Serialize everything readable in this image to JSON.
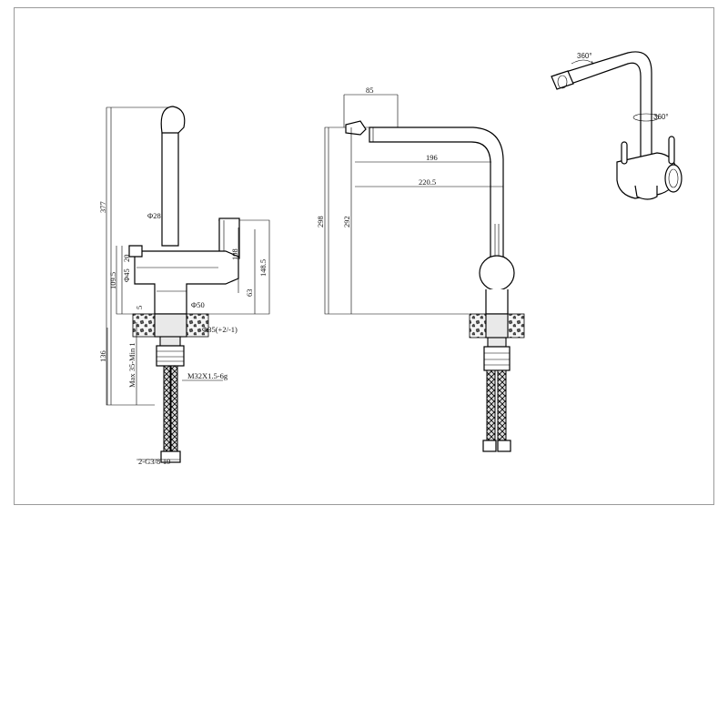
{
  "side_view": {
    "dims": {
      "d377": "377",
      "dia28": "Φ28",
      "d20": "20",
      "d109_5": "109.5",
      "dia45": "Φ45",
      "d5": "5",
      "dia50": "Φ50",
      "d108": "108",
      "d148_5": "148.5",
      "d63": "63",
      "hole": "Φ35(+2/-1)",
      "d136": "136",
      "deck": "Max 35-Min 1",
      "thread": "M32X1.5-6g",
      "hose": "2-G3/8-19"
    }
  },
  "front_view": {
    "dims": {
      "d85": "85",
      "d196": "196",
      "d220_5": "220.5",
      "d298": "298",
      "d292": "292"
    }
  },
  "iso_view": {
    "rot_spout": "360°",
    "rot_body": "360°"
  }
}
